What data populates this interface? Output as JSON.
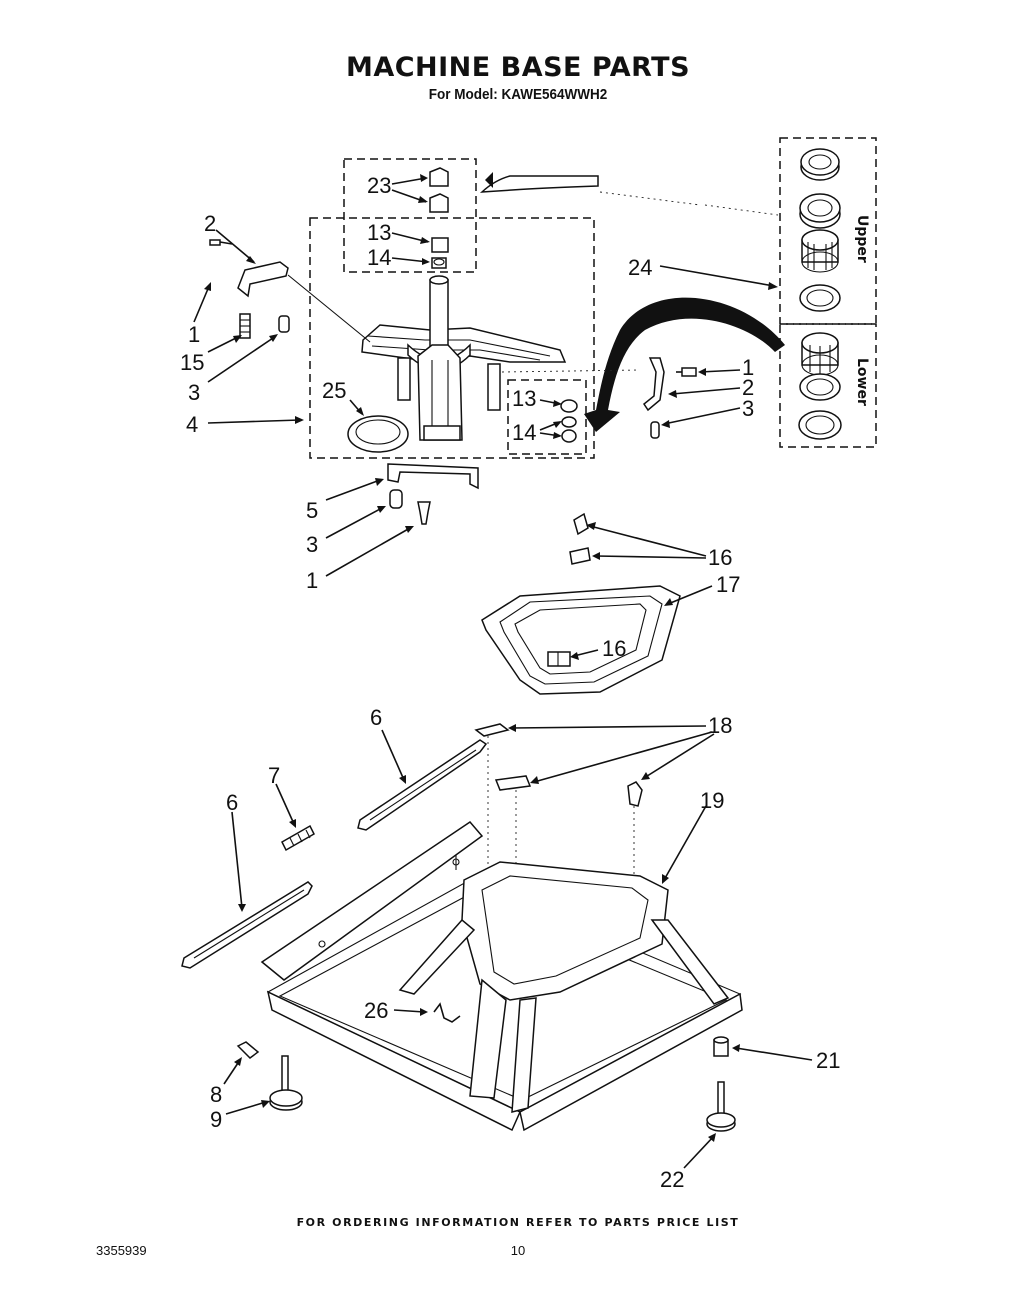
{
  "header": {
    "title": "MACHINE BASE PARTS",
    "model_line": "For Model: KAWE564WWH2"
  },
  "bearing_kit": {
    "upper_label": "Upper",
    "lower_label": "Lower"
  },
  "callouts": {
    "c1a": "1",
    "c1b": "1",
    "c1c": "1",
    "c2a": "2",
    "c2b": "2",
    "c3a": "3",
    "c3b": "3",
    "c3c": "3",
    "c4": "4",
    "c5": "5",
    "c6a": "6",
    "c6b": "6",
    "c7": "7",
    "c8": "8",
    "c9": "9",
    "c13a": "13",
    "c13b": "13",
    "c14a": "14",
    "c14b": "14",
    "c15": "15",
    "c16a": "16",
    "c16b": "16",
    "c17": "17",
    "c18": "18",
    "c19": "19",
    "c21": "21",
    "c22": "22",
    "c23": "23",
    "c24": "24",
    "c25": "25",
    "c26": "26"
  },
  "footer": {
    "ordering_note": "FOR ORDERING INFORMATION REFER TO PARTS PRICE LIST",
    "document_number": "3355939",
    "page_number": "10"
  }
}
